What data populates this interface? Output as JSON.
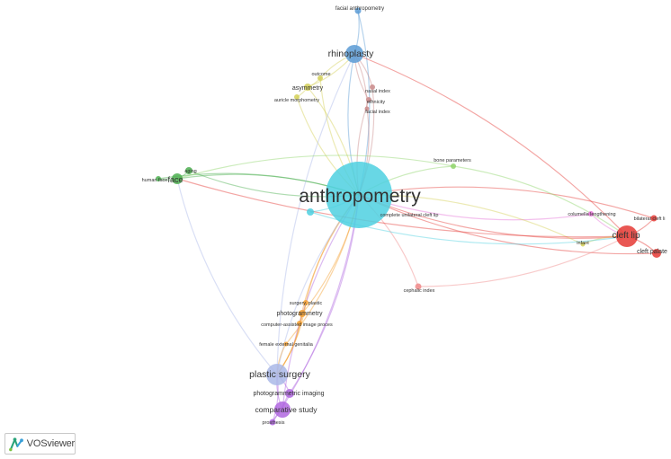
{
  "app": {
    "brand_label": "VOSviewer",
    "brand_icon": "vosviewer-logo-icon"
  },
  "network": {
    "edge_color_default": "#7fd3dc",
    "nodes": [
      {
        "id": "anthropometry",
        "label": "anthropometry",
        "color": "#4dd0e1"
      },
      {
        "id": "rhinoplasty",
        "label": "rhinoplasty",
        "color": "#5b9bd5"
      },
      {
        "id": "facial-anthropometry",
        "label": "facial anthropometry",
        "color": "#5b9bd5"
      },
      {
        "id": "outcome",
        "label": "outcome",
        "color": "#d4d058"
      },
      {
        "id": "asymmetry",
        "label": "asymmetry",
        "color": "#d4d058"
      },
      {
        "id": "auricle-morphometry",
        "label": "auricle morphometry",
        "color": "#d4d058"
      },
      {
        "id": "nasal-index",
        "label": "nasal index",
        "color": "#c98a8a"
      },
      {
        "id": "ethnicity",
        "label": "ethnicity",
        "color": "#c98a8a"
      },
      {
        "id": "facial-index",
        "label": "facial index",
        "color": "#c98a8a"
      },
      {
        "id": "bone-parameters",
        "label": "bone parameters",
        "color": "#8fd46a"
      },
      {
        "id": "face",
        "label": "face",
        "color": "#4caf50"
      },
      {
        "id": "aging",
        "label": "aging",
        "color": "#4caf50"
      },
      {
        "id": "human-face",
        "label": "human face",
        "color": "#4caf50"
      },
      {
        "id": "complete-unilateral-cleft-lip",
        "label": "complete unilateral cleft lip",
        "color": "#4dd0e1"
      },
      {
        "id": "columella-lengthening",
        "label": "columella lengthening",
        "color": "#e573d6"
      },
      {
        "id": "bilateral-cleft-lip",
        "label": "bilateral cleft li",
        "color": "#e53935"
      },
      {
        "id": "cleft-lip",
        "label": "cleft lip",
        "color": "#e53935"
      },
      {
        "id": "infant",
        "label": "infant",
        "color": "#d4d058"
      },
      {
        "id": "cleft-palate",
        "label": "cleft palate",
        "color": "#e53935"
      },
      {
        "id": "cephalic-index",
        "label": "cephalic index",
        "color": "#f08a8a"
      },
      {
        "id": "surgery-plastic",
        "label": "surgery, plastic",
        "color": "#f5a030"
      },
      {
        "id": "photogrammetry",
        "label": "photogrammetry",
        "color": "#f5a030"
      },
      {
        "id": "computer-assisted-image-proces",
        "label": "computer-assisted image proces",
        "color": "#f5a030"
      },
      {
        "id": "female-external-genitalia",
        "label": "female external genitalia",
        "color": "#f5a030"
      },
      {
        "id": "plastic-surgery",
        "label": "plastic surgery",
        "color": "#aab8e8"
      },
      {
        "id": "photogrammetric-imaging",
        "label": "photogrammetric imaging",
        "color": "#b066e0"
      },
      {
        "id": "comparative-study",
        "label": "comparative study",
        "color": "#b066e0"
      },
      {
        "id": "prosthesis",
        "label": "prosthesis",
        "color": "#b066e0"
      }
    ],
    "edges": [
      [
        "anthropometry",
        "rhinoplasty"
      ],
      [
        "anthropometry",
        "facial-anthropometry"
      ],
      [
        "anthropometry",
        "outcome"
      ],
      [
        "anthropometry",
        "asymmetry"
      ],
      [
        "anthropometry",
        "auricle-morphometry"
      ],
      [
        "anthropometry",
        "nasal-index"
      ],
      [
        "anthropometry",
        "ethnicity"
      ],
      [
        "anthropometry",
        "facial-index"
      ],
      [
        "anthropometry",
        "bone-parameters"
      ],
      [
        "anthropometry",
        "face"
      ],
      [
        "anthropometry",
        "aging"
      ],
      [
        "anthropometry",
        "human-face"
      ],
      [
        "anthropometry",
        "complete-unilateral-cleft-lip"
      ],
      [
        "anthropometry",
        "columella-lengthening"
      ],
      [
        "anthropometry",
        "bilateral-cleft-lip"
      ],
      [
        "anthropometry",
        "cleft-lip"
      ],
      [
        "anthropometry",
        "infant"
      ],
      [
        "anthropometry",
        "cleft-palate"
      ],
      [
        "anthropometry",
        "cephalic-index"
      ],
      [
        "anthropometry",
        "surgery-plastic"
      ],
      [
        "anthropometry",
        "photogrammetry"
      ],
      [
        "anthropometry",
        "computer-assisted-image-proces"
      ],
      [
        "anthropometry",
        "female-external-genitalia"
      ],
      [
        "anthropometry",
        "plastic-surgery"
      ],
      [
        "anthropometry",
        "photogrammetric-imaging"
      ],
      [
        "anthropometry",
        "comparative-study"
      ],
      [
        "anthropometry",
        "prosthesis"
      ],
      [
        "rhinoplasty",
        "facial-anthropometry"
      ],
      [
        "rhinoplasty",
        "nasal-index"
      ],
      [
        "rhinoplasty",
        "ethnicity"
      ],
      [
        "rhinoplasty",
        "asymmetry"
      ],
      [
        "rhinoplasty",
        "plastic-surgery"
      ],
      [
        "rhinoplasty",
        "cleft-lip"
      ],
      [
        "rhinoplasty",
        "outcome"
      ],
      [
        "rhinoplasty",
        "facial-index"
      ],
      [
        "face",
        "aging"
      ],
      [
        "face",
        "human-face"
      ],
      [
        "face",
        "cleft-lip"
      ],
      [
        "face",
        "bone-parameters"
      ],
      [
        "face",
        "plastic-surgery"
      ],
      [
        "cleft-lip",
        "cleft-palate"
      ],
      [
        "cleft-lip",
        "bilateral-cleft-lip"
      ],
      [
        "cleft-lip",
        "columella-lengthening"
      ],
      [
        "cleft-lip",
        "infant"
      ],
      [
        "cleft-lip",
        "complete-unilateral-cleft-lip"
      ],
      [
        "cleft-lip",
        "bone-parameters"
      ],
      [
        "cleft-lip",
        "cephalic-index"
      ],
      [
        "plastic-surgery",
        "comparative-study"
      ],
      [
        "plastic-surgery",
        "photogrammetric-imaging"
      ],
      [
        "plastic-surgery",
        "photogrammetry"
      ],
      [
        "plastic-surgery",
        "prosthesis"
      ],
      [
        "plastic-surgery",
        "surgery-plastic"
      ],
      [
        "plastic-surgery",
        "female-external-genitalia"
      ],
      [
        "plastic-surgery",
        "computer-assisted-image-proces"
      ],
      [
        "comparative-study",
        "photogrammetric-imaging"
      ],
      [
        "comparative-study",
        "prosthesis"
      ],
      [
        "photogrammetry",
        "computer-assisted-image-proces"
      ],
      [
        "photogrammetry",
        "surgery-plastic"
      ],
      [
        "asymmetry",
        "auricle-morphometry"
      ],
      [
        "asymmetry",
        "outcome"
      ]
    ]
  }
}
